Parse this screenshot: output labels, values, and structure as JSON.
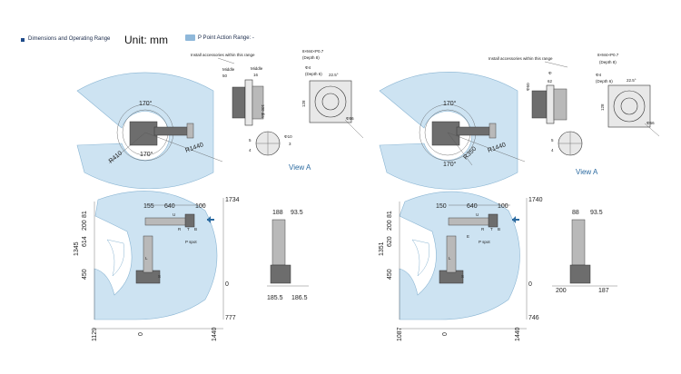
{
  "header": {
    "title": "Dimensions and Operating Range",
    "unit": "Unit: mm",
    "legend_label": "P Point Action Range: -"
  },
  "left": {
    "top_view": {
      "angle_top": "170°",
      "angle_bottom": "170°",
      "r_inner": "R410",
      "r_outer": "R1440"
    },
    "side_view": {
      "d1734": "1734",
      "d777": "777",
      "d1345": "1345",
      "d614": "614",
      "d450": "450",
      "d81": "81",
      "d200": "200",
      "d155": "155",
      "d640": "640",
      "d100": "100",
      "d1129": "1129",
      "d0a": "0",
      "d1440": "1440",
      "d0b": "0",
      "labels": {
        "U": "U",
        "R": "R",
        "B": "B",
        "T": "T",
        "L": "L",
        "S": "S",
        "pspot": "P spot"
      }
    },
    "flange_view": {
      "install_note": "Install accessories within this range",
      "middle": "Middle",
      "middle_val": "50",
      "middle_side": "Middle",
      "side_val": "16",
      "d100": "100 dia",
      "thread": "8×M4×P0.7",
      "depth8": "(Depth 8)",
      "phi4": "Φ4",
      "depth6": "(Depth 6)",
      "angle": "22.5°",
      "d128": "128",
      "phi56": "Φ56",
      "d5": "5",
      "d4": "4",
      "phi10": "Φ10",
      "d3": "3",
      "view": "View A"
    },
    "small_side": {
      "d188": "188",
      "d93_5": "93.5",
      "d185_5": "185.5",
      "d186_5": "186.5"
    }
  },
  "right": {
    "top_view": {
      "angle_top": "170°",
      "angle_bottom": "170°",
      "r_inner": "R350",
      "r_outer": "R1440"
    },
    "side_view": {
      "d1740": "1740",
      "d746": "746",
      "d1351": "1351",
      "d620": "620",
      "d450": "450",
      "d81": "81",
      "d200": "200",
      "d150": "150",
      "d640": "640",
      "d100": "100",
      "d1087": "1087",
      "d0a": "0",
      "d1440": "1440",
      "d0b": "0",
      "labels": {
        "U": "U",
        "R": "R",
        "B": "B",
        "T": "T",
        "L": "L",
        "S": "S",
        "E": "E",
        "pspot": "P spot"
      }
    },
    "flange_view": {
      "install_note": "Install accessories within this range",
      "phi50": "Φ50",
      "phi": "Φ",
      "d62": "62",
      "thread": "8×M4×P0.7",
      "depth8": "(Depth 8)",
      "phi4": "Φ4",
      "depth6": "(Depth 6)",
      "angle": "22.5°",
      "d128": "128",
      "phi56": "Φ56",
      "d5": "5",
      "d4": "4",
      "view": "View A"
    },
    "small_side": {
      "d88": "88",
      "d93_5": "93.5",
      "d200": "200",
      "d187": "187"
    }
  },
  "colors": {
    "zone": "#cde3f2",
    "accent": "#2b6aa0"
  }
}
